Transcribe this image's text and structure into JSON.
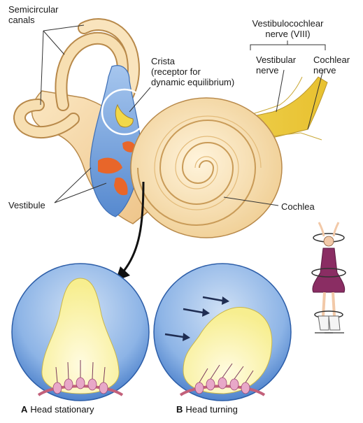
{
  "labels": {
    "semicircular_line1": "Semicircular",
    "semicircular_line2": "canals",
    "crista_line1": "Crista",
    "crista_line2": "(receptor for",
    "crista_line3": "dynamic equilibrium)",
    "vestibulocochlear_line1": "Vestibulocochlear",
    "vestibulocochlear_line2": "nerve (VIII)",
    "vestibular_line1": "Vestibular",
    "vestibular_line2": "nerve",
    "cochlear_line1": "Cochlear",
    "cochlear_line2": "nerve",
    "vestibule": "Vestibule",
    "cochlea": "Cochlea"
  },
  "panels": {
    "a_letter": "A",
    "a_caption": "Head stationary",
    "b_letter": "B",
    "b_caption": "Head turning"
  },
  "colors": {
    "bone": "#f6d9a8",
    "bone_edge": "#b8894a",
    "cochlea_fill": "#f8e3b8",
    "vestibule_blue": "#6e9fd8",
    "orange": "#e8662a",
    "nerve": "#f2d84a",
    "circle_blue": "#5a8fd6",
    "cupula": "#fbf6b0",
    "skater_dress": "#8a2d63"
  }
}
